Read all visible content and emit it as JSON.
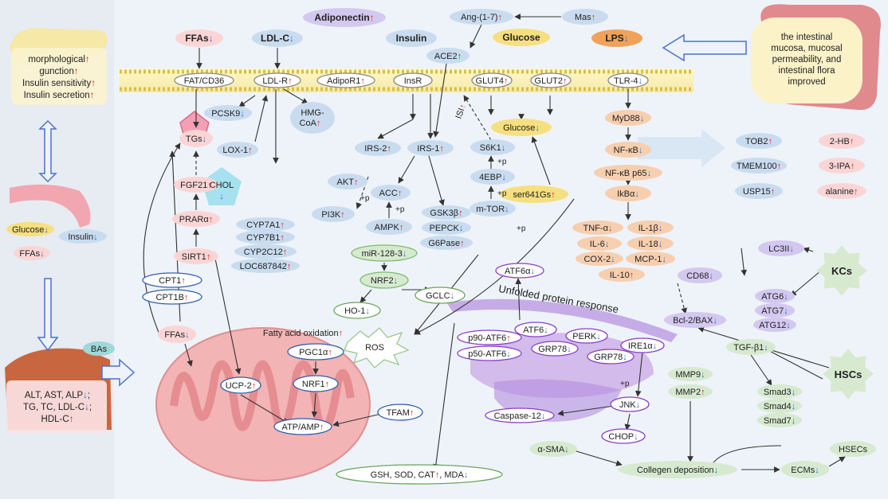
{
  "left_panel": {
    "pancreas_text": [
      "morphological",
      "gunction",
      "Insulin sensitivity",
      "Insulin secretion"
    ],
    "glucose": "Glucose",
    "insulin": "Insulin",
    "ffas": "FFAs",
    "bas": "BAs",
    "liver_text": [
      "ALT, AST, ALP",
      "TG, TC, LDL-C",
      "HDL-C"
    ]
  },
  "gut_text": [
    "the intestinal",
    "mucosa, mucosal",
    "permeability, and",
    "intestinal flora",
    "improved"
  ],
  "receptors": {
    "fat_cd36": "FAT/CD36",
    "ldl_r": "LDL-R",
    "adipor1": "AdipoR1",
    "insr": "InsR",
    "glut4": "GLUT4",
    "glut2": "GLUT2",
    "tlr4": "TLR-4"
  },
  "ligands": {
    "ffas": "FFAs",
    "ldlc": "LDL-C",
    "adiponectin": "Adiponectin",
    "insulin": "Insulin",
    "glucose": "Glucose",
    "lps": "LPS",
    "ang": "Ang-(1-7)",
    "mas": "Mas"
  },
  "nodes": {
    "ace2": "ACE2",
    "pcsk9": "PCSK9",
    "hmgcoa": [
      "HMG-",
      "CoA"
    ],
    "tgs": "TGs",
    "lox1": "LOX-1",
    "chol": [
      "CHOL",
      "↓"
    ],
    "fgf21": "FGF21",
    "ppara": "PRARα",
    "sirt1": "SIRT1",
    "cpt1": "CPT1",
    "cpt1b": "CPT1B",
    "ffas_lower": "FFAs",
    "cyp7a1": "CYP7A1",
    "cyp7b1": "CYP7B1",
    "cyp2c12": "CYP2C12",
    "loc": "LOC687842",
    "irs2": "IRS-2",
    "irs1": "IRS-1",
    "akt": "AKT",
    "pi3k": "PI3K",
    "acc": "ACC",
    "ampk": "AMPK",
    "gsk3b": "GSK3β",
    "pepck": "PEPCK",
    "g6pase": "G6Pase",
    "s6k1": "S6K1",
    "ebp4": "4EBP",
    "mtor": "m-TOR",
    "glucose_in": "Glucose",
    "ser641": "ser641Gs",
    "isi": "ISI",
    "myd88": "MyD88",
    "nfkb": "NF-κB",
    "nfkbp65": "NF-κB p65",
    "ikba": "IkBα",
    "tob2": "TOB2",
    "tmem100": "TMEM100",
    "usp15": "USP15",
    "hb2": "2-HB",
    "ipa3": "3-IPA",
    "alanine": "alanine",
    "mir": "miR-128-3",
    "nrf2": "NRF2",
    "ho1": "HO-1",
    "gclc": "GCLC",
    "ros": "ROS",
    "faox": "Fatty acid oxidation",
    "pgc1a": "PGC1α",
    "nrf1": "NRF1",
    "ucp2": "UCP-2",
    "tfam": "TFAM",
    "atp": "ATP/AMP",
    "gsh": "GSH, SOD, CAT",
    "mda": "MDA",
    "atf6a": "ATF6α",
    "upr": "Unfolded protein response",
    "p90": "p90-ATF6",
    "p50": "p50-ATF6",
    "atf6": "ATF6",
    "grp78a": "GRP78",
    "perk": "PERK",
    "grp78b": "GRP78",
    "ire1a": "IRE1α",
    "jnk": "JNK",
    "casp12": "Caspase-12",
    "chop": "CHOP",
    "lc3": "LC3II",
    "cd68": "CD68",
    "kcs": "KCs",
    "atg6": "ATG6",
    "atg7": "ATG7",
    "atg12": "ATG12",
    "bcl": "Bcl-2/BAX",
    "tgfb": "TGF-β1",
    "hscs": "HSCs",
    "smad3": "Smad3",
    "smad4": "Smad4",
    "smad7": "Smad7",
    "mmp9": "MMP9",
    "mmp2": "MMP2",
    "asma": "α-SMA",
    "collagen": "Collegen deposition",
    "ecms": "ECMs",
    "hsecs": "HSECs"
  },
  "cytokines": {
    "tnfa": "TNF-α",
    "il1b": "IL-1β",
    "il6": "IL-6",
    "il18": "IL-18",
    "cox2": "COX-2",
    "mcp1": "MCP-1",
    "il10": "IL-10"
  },
  "arrow_labels": {
    "p": "+p"
  },
  "arrows": {
    "up": "↑",
    "down": "↓"
  },
  "colors": {
    "up": "#e8202a",
    "down": "#2f6fd6",
    "panel_bg": "#eef3f8",
    "left_bg": "#e8ecf3",
    "blue_oval": "#c9dcef",
    "pink_oval": "#fbd5d5",
    "peach_oval": "#f7cfae",
    "green_oval": "#d7ead0",
    "lilac_oval": "#d3c8ef",
    "yellow_oval": "#f6df7e"
  }
}
